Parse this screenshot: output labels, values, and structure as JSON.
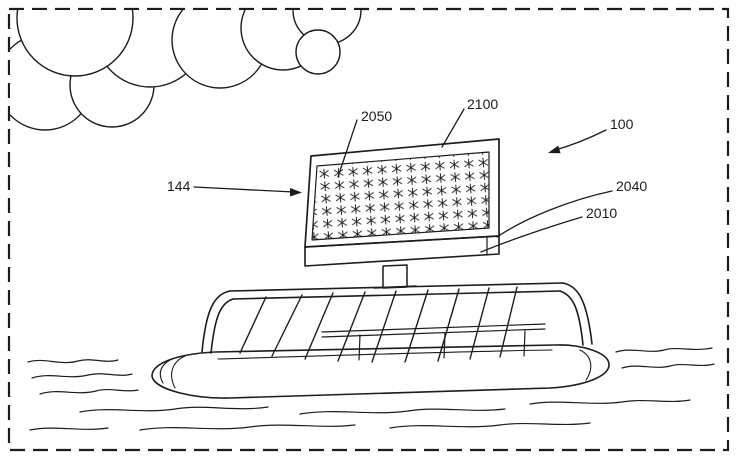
{
  "figure": {
    "type": "patent-style line drawing",
    "description": "Boat with canopy frame carrying a mounted mesh/spike panel, clouds upper-left, water waves below",
    "background_color": "#ffffff",
    "line_color": "#1c1c1c",
    "border_style": "dashed rectangle"
  },
  "labels": {
    "l100": "100",
    "l144": "144",
    "l2010": "2010",
    "l2040": "2040",
    "l2050": "2050",
    "l2100": "2100"
  }
}
